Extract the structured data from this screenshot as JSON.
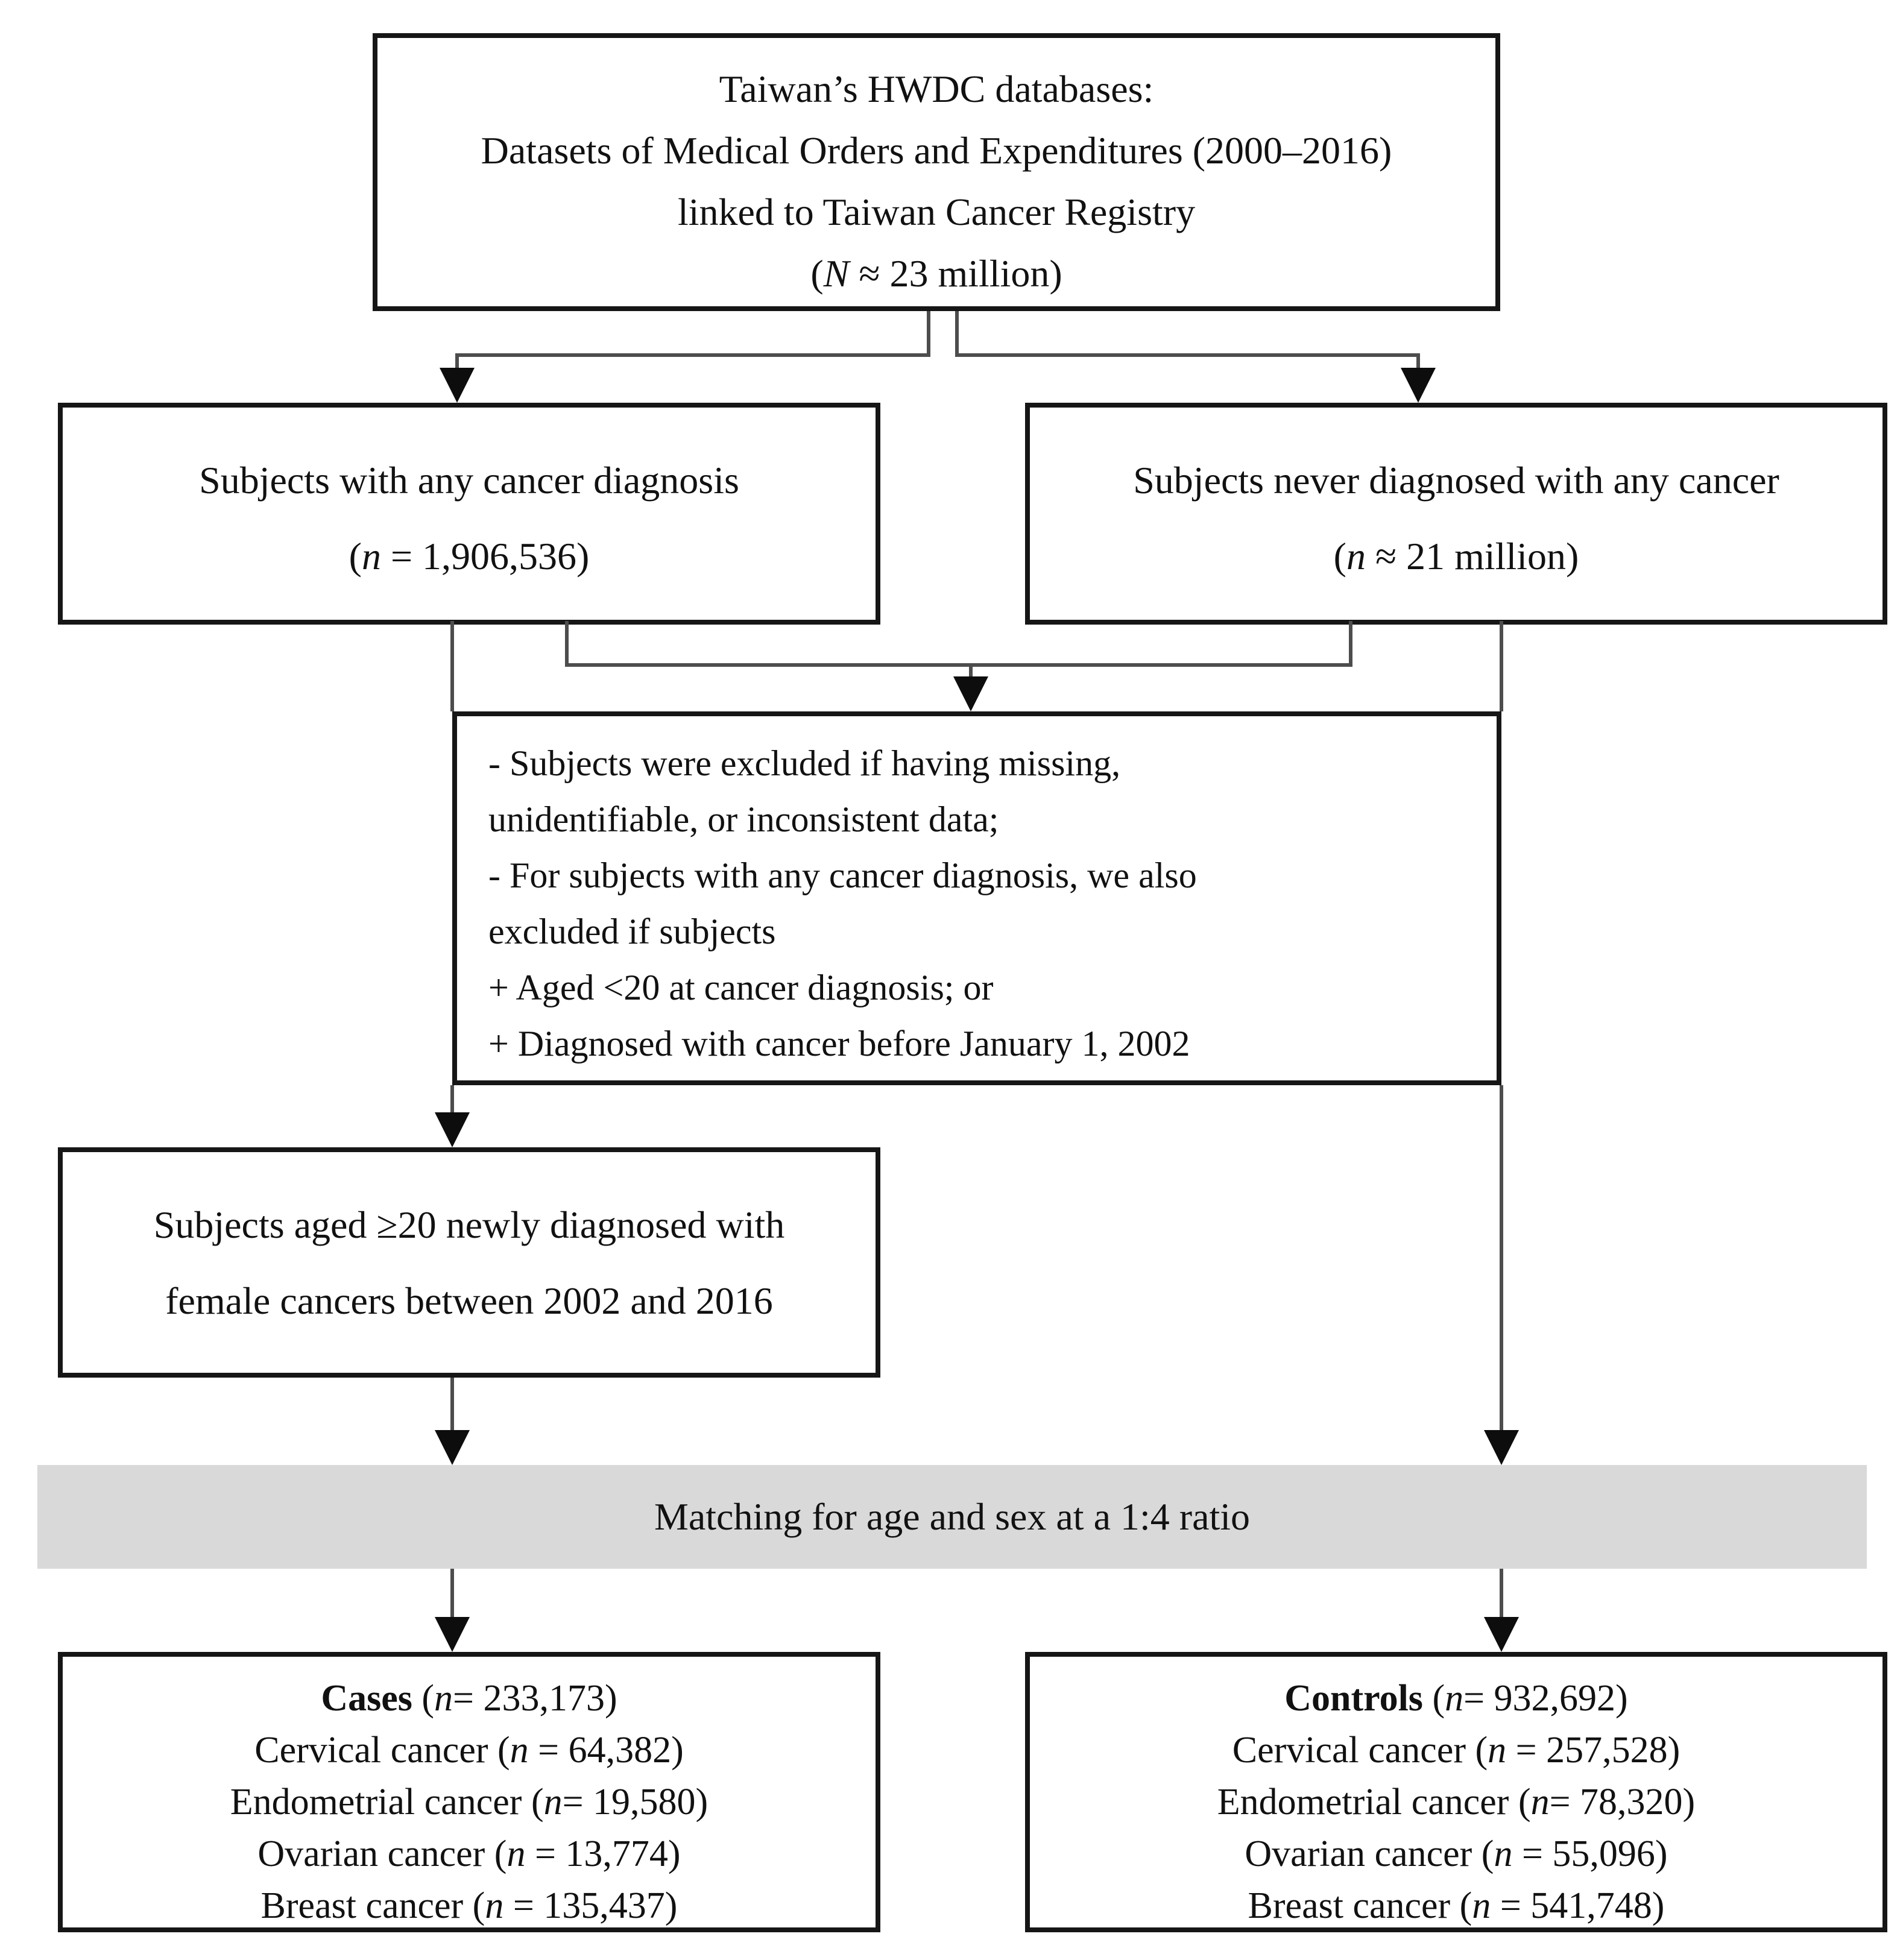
{
  "figure": {
    "type": "study-flowchart",
    "top_box": {
      "lines": [
        "Taiwan’s HWDC databases:",
        "Datasets of Medical Orders and Expenditures (2000–2016)",
        "linked to Taiwan Cancer Registry",
        "(*N* ≈ 23 million)"
      ]
    },
    "any_cancer_box": {
      "lines": [
        "Subjects with any cancer diagnosis",
        "(*n* = 1,906,536)"
      ]
    },
    "no_cancer_box": {
      "lines": [
        "Subjects never diagnosed with any cancer",
        "(*n* ≈ 21 million)"
      ]
    },
    "exclusion_box": {
      "lines": [
        "- Subjects were excluded if having missing,",
        "unidentifiable, or inconsistent data;",
        "- For subjects with any cancer diagnosis, we also",
        "excluded if subjects",
        "+ Aged <20 at cancer diagnosis; or",
        "+ Diagnosed with cancer before January 1, 2002"
      ]
    },
    "female_cancer_box": {
      "lines": [
        "Subjects aged ≥20 newly diagnosed with",
        "female cancers between 2002 and 2016"
      ]
    },
    "matching_band": {
      "label": "Matching for age and sex at a 1:4 ratio"
    },
    "cases_box": {
      "lines": [
        "**Cases** (*n*= 233,173)",
        "Cervical cancer (*n* = 64,382)",
        "Endometrial cancer (*n*= 19,580)",
        "Ovarian cancer (*n* = 13,774)",
        "Breast cancer (*n* = 135,437)"
      ]
    },
    "controls_box": {
      "lines": [
        "**Controls** (*n*= 932,692)",
        "Cervical cancer (*n* = 257,528)",
        "Endometrial cancer (*n*= 78,320)",
        "Ovarian cancer (*n* = 55,096)",
        "Breast cancer (*n* = 541,748)"
      ]
    },
    "colors": {
      "box_border": "#161616",
      "connector_line": "#4d4d4d",
      "arrowhead": "#0d0d0d",
      "band_fill": "#d9d9d9",
      "background": "#ffffff",
      "text": "#111111"
    }
  }
}
